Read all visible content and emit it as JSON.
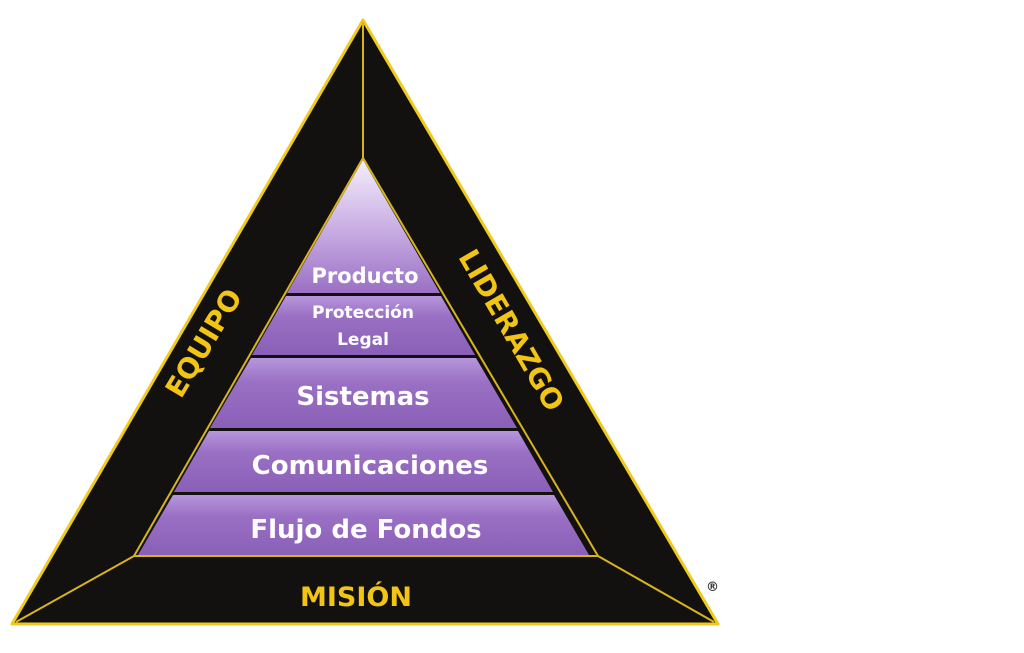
{
  "diagram": {
    "sides": {
      "left": "EQUIPO",
      "right": "LIDERAZGO",
      "base": "MISIÓN"
    },
    "levels": [
      {
        "label": "Producto"
      },
      {
        "label": "Protección",
        "label2": "Legal"
      },
      {
        "label": "Sistemas"
      },
      {
        "label": "Comunicaciones"
      },
      {
        "label": "Flujo de Fondos"
      }
    ],
    "registered_mark": "®"
  },
  "colors": {
    "frame": "#121110",
    "outline": "#f0cb1c",
    "side_text": "#f2c414",
    "level_fill": "#9c74c6",
    "level_text": "#ffffff"
  }
}
